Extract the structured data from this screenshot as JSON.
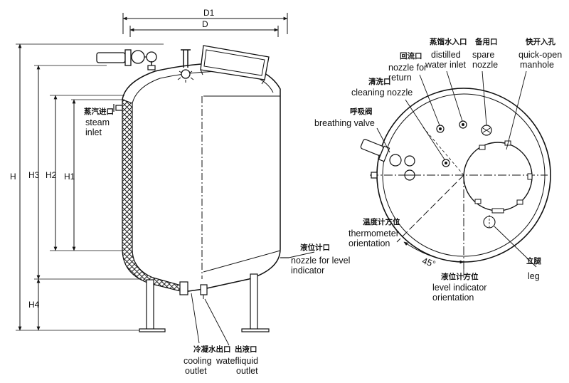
{
  "dimensions": {
    "d1": "D1",
    "d": "D",
    "h": "H",
    "h1": "H1",
    "h2": "H2",
    "h3": "H3",
    "h4": "H4"
  },
  "labels": {
    "steam_inlet_cn": "蒸汽进口",
    "steam_inlet_en_1": "steam",
    "steam_inlet_en_2": "inlet",
    "level_nozzle_cn": "液位计口",
    "level_nozzle_en_1": "nozzle for level",
    "level_nozzle_en_2": "indicator",
    "cooling_outlet_cn": "冷凝水出口",
    "cooling_outlet_en_1": "cooling",
    "cooling_outlet_en_2": "outlet",
    "liquid_outlet_cn": "出液口",
    "liquid_outlet_en_1": "watefliquid",
    "liquid_outlet_en_2": "outlet",
    "return_cn": "回流口",
    "return_en_1": "nozzle for",
    "return_en_2": "return",
    "distilled_cn": "蒸馏水入口",
    "distilled_en_1": "distilled",
    "distilled_en_2": "water inlet",
    "spare_cn": "备用口",
    "spare_en_1": "spare",
    "spare_en_2": "nozzle",
    "manhole_cn": "快开入孔",
    "manhole_en_1": "quick-open",
    "manhole_en_2": "manhole",
    "cleaning_cn": "清洗口",
    "cleaning_en": "cleaning nozzle",
    "breathing_cn": "呼吸阀",
    "breathing_en": "breathing valve",
    "thermo_cn": "温度计方位",
    "thermo_en_1": "thermometer",
    "thermo_en_2": "orientation",
    "angle": "45°",
    "level_orient_cn": "液位计方位",
    "level_orient_en_1": "level indicator",
    "level_orient_en_2": "orientation",
    "leg_cn": "立腿",
    "leg_en": "leg"
  }
}
